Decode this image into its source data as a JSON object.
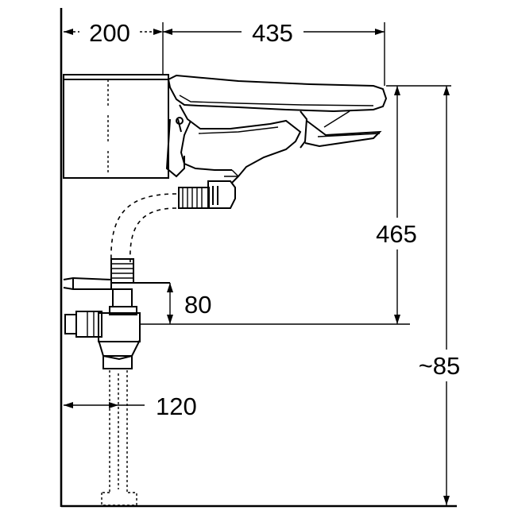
{
  "drawing": {
    "dimensions": {
      "basin_offset": "200",
      "basin_depth": "435",
      "height_to_rim": "465",
      "trap_height": "80",
      "wall_to_drain": "120",
      "total_height": "~85"
    }
  }
}
